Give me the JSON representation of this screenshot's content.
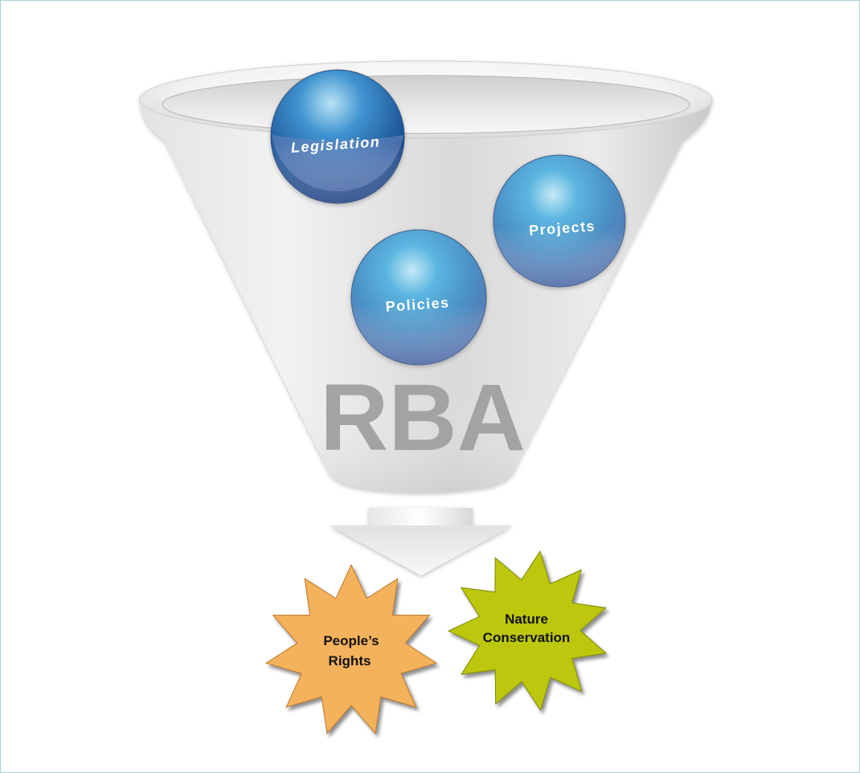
{
  "diagram": {
    "funnel_label": "RBA",
    "balls": [
      {
        "label": "Legislation"
      },
      {
        "label": "Projects"
      },
      {
        "label": "Policies"
      }
    ],
    "gears": [
      {
        "label_line1": "People’s",
        "label_line2": "Rights",
        "color": "#f5b25c"
      },
      {
        "label_line1": "Nature",
        "label_line2": "Conservation",
        "color": "#bcc70f"
      }
    ],
    "colors": {
      "frame_border": "#a9cfd6",
      "ball_blue": "#3f93cf",
      "ball_text": "#ffffff",
      "funnel_text": "#9d9d9d",
      "gear_text": "#111111"
    }
  }
}
